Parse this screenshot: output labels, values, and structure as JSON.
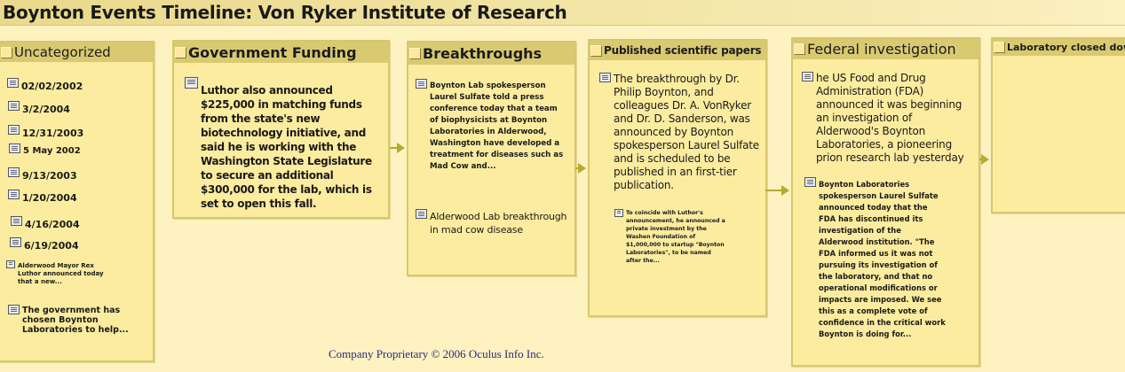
{
  "title": "Boynton Events Timeline: Von Ryker Institute of Research",
  "footer": "Company Proprietary © 2006 Oculus Info Inc.",
  "colors": {
    "background": "#fdf2c0",
    "panel": "#fcec9f",
    "header": "#d9ca72",
    "arrow": "#b8a830",
    "footer": "#2a2a7a"
  },
  "panels": {
    "uncategorized": {
      "title": "Uncategorized",
      "items": [
        "02/02/2002",
        "3/2/2004",
        "12/31/2003",
        "5 May 2002",
        "9/13/2003",
        "1/20/2004",
        "4/16/2004",
        "6/19/2004",
        "Alderwood Mayor Rex Luthor announced today that a new...",
        "The government has chosen Boynton Laboratories to help..."
      ]
    },
    "government_funding": {
      "title": "Government Funding",
      "items": [
        "Luthor also announced $225,000 in matching funds from the state's new biotechnology initiative, and said he is working with the Washington State Legislature to secure an additional $300,000 for the lab, which is set to open this fall."
      ]
    },
    "breakthroughs": {
      "title": "Breakthroughs",
      "items": [
        "Boynton Lab spokesperson Laurel Sulfate told a press conference today that a team of biophysicists at Boynton Laboratories in Alderwood, Washington have developed a treatment for diseases such as Mad Cow and...",
        "Alderwood Lab breakthrough in mad cow disease"
      ]
    },
    "published_papers": {
      "title": "Published scientific papers",
      "items": [
        "The breakthrough by Dr. Philip Boynton, and colleagues Dr. A. VonRyker and Dr. D. Sanderson, was announced by Boynton spokesperson Laurel Sulfate and is scheduled to be published in an first-tier publication.",
        "To coincide with Luthor's announcement, he announced a private investment by the Washen Foundation of $1,000,000 to startup \"Boynton Laboratories\", to be named after the..."
      ]
    },
    "federal_investigation": {
      "title": "Federal investigation",
      "items": [
        "he US Food and Drug Administration (FDA) announced it was beginning an investigation of Alderwood's Boynton Laboratories, a pioneering prion research lab yesterday",
        "Boynton Laboratories spokesperson Laurel Sulfate announced today that the FDA has discontinued its investigation of the Alderwood institution. \"The FDA informed us it was not pursuing its investigation of the laboratory, and that no operational modifications or impacts are imposed. We see this as a complete vote of confidence in the critical work Boynton is doing for..."
      ]
    },
    "laboratory_closed": {
      "title": "Laboratory closed down",
      "items": []
    }
  }
}
